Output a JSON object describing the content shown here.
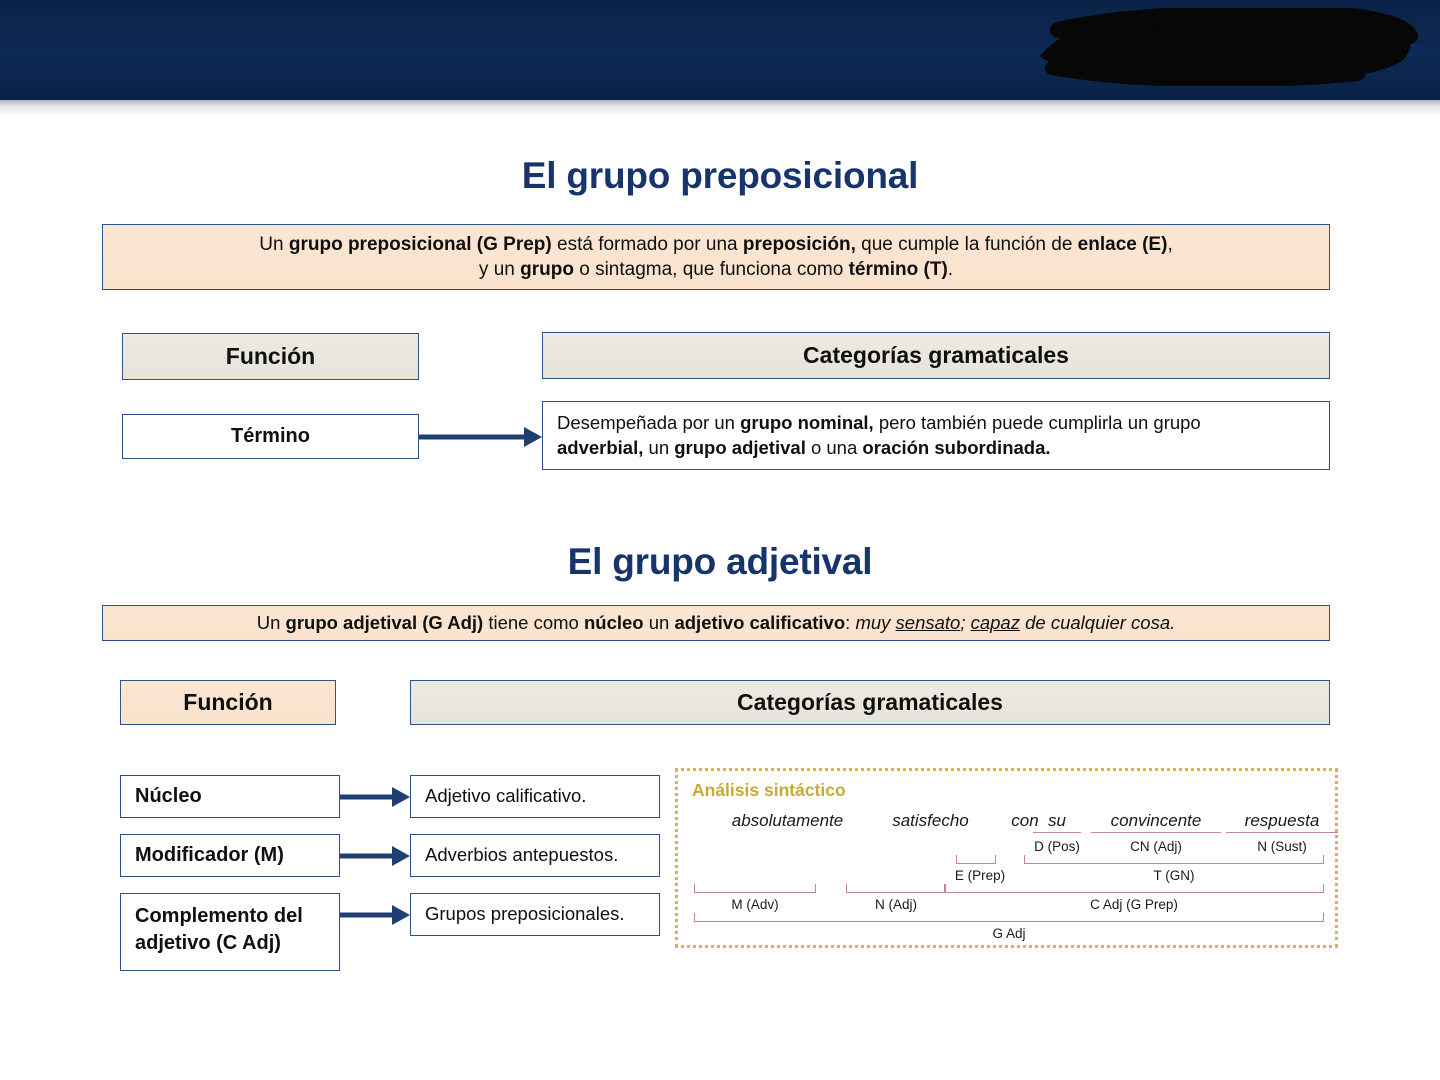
{
  "banner": {
    "redaction_label": "redacted-scribble",
    "color": "#0b2247"
  },
  "sections": [
    {
      "id": "preposicional",
      "title": "El grupo preposicional",
      "definition_lines": [
        "Un grupo preposicional (G Prep) está formado por una preposición, que cumple la función de enlace (E),",
        "y un grupo o sintagma, que funciona como término (T)."
      ],
      "headers": {
        "funcion": "Función",
        "categorias": "Categorías gramaticales"
      },
      "rows": [
        {
          "funcion": "Término",
          "categoria_lines": [
            "Desempeñada por un grupo nominal, pero también puede cumplirla un grupo",
            "adverbial, un grupo adjetival  o una oración subordinada."
          ]
        }
      ]
    },
    {
      "id": "adjetival",
      "title": "El grupo adjetival",
      "definition_lines": [
        "Un grupo adjetival (G Adj) tiene como núcleo un adjetivo calificativo: muy sensato; capaz de cualquier cosa."
      ],
      "headers": {
        "funcion": "Función",
        "categorias": "Categorías gramaticales"
      },
      "rows": [
        {
          "funcion": "Núcleo",
          "categoria": "Adjetivo calificativo."
        },
        {
          "funcion": "Modificador (M)",
          "categoria": "Adverbios antepuestos."
        },
        {
          "funcion": "Complemento del adjetivo (C Adj)",
          "categoria": "Grupos preposicionales."
        }
      ]
    }
  ],
  "analysis": {
    "title": "Análisis sintáctico",
    "sentence_words": [
      {
        "text": "absolutamente",
        "underlined": false
      },
      {
        "text": "satisfecho",
        "underlined": false
      },
      {
        "text": "con",
        "underlined": false
      },
      {
        "text": "su",
        "underlined": true
      },
      {
        "text": "convincente",
        "underlined": true
      },
      {
        "text": "respuesta",
        "underlined": true
      }
    ],
    "level1_tags": [
      "D (Pos)",
      "CN (Adj)",
      "N (Sust)"
    ],
    "level2_tags": [
      "E (Prep)",
      "T (GN)"
    ],
    "level3_tags": [
      "M (Adv)",
      "N (Adj)",
      "C Adj (G Prep)"
    ],
    "level4_tag": "G Adj",
    "bracket_color": "#c2868f",
    "accent_color": "#c8a936"
  }
}
